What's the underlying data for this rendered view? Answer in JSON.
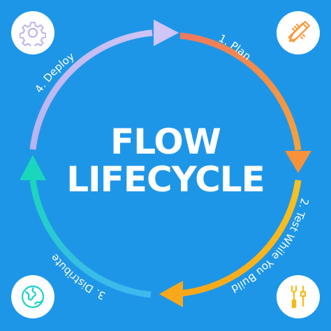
{
  "title": {
    "line1": "FLOW",
    "line2": "LIFECYCLE"
  },
  "stages": [
    {
      "label": "1. Plan",
      "icon": "pencil-ruler-icon",
      "color": "#f79a3e"
    },
    {
      "label": "2. Test While You Build",
      "icon": "wrench-screwdriver-icon",
      "color": "#f9b914"
    },
    {
      "label": "3. Distribute",
      "icon": "globe-icon",
      "color": "#17d3c7"
    },
    {
      "label": "4. Deploy",
      "icon": "gear-icon",
      "color": "#b8b4f0"
    }
  ],
  "colors": {
    "background": "#1e96e8",
    "plan": "#f79a3e",
    "test": "#f9b914",
    "distribute": "#17d3c7",
    "deploy": "#b8b4f0"
  }
}
